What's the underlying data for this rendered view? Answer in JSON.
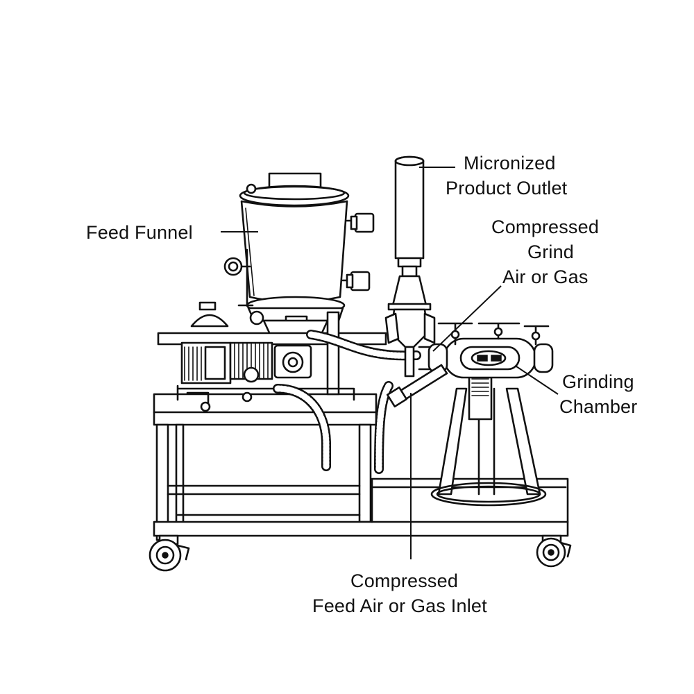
{
  "labels": {
    "feed_funnel": "Feed Funnel",
    "micronized_outlet": [
      "Micronized",
      "Product Outlet"
    ],
    "grind_air": [
      "Compressed",
      "Grind",
      "Air or Gas"
    ],
    "grinding_chamber": [
      "Grinding",
      "Chamber"
    ],
    "feed_air_inlet": [
      "Compressed",
      "Feed Air or Gas Inlet"
    ]
  },
  "colors": {
    "ink": "#111111",
    "background": "#ffffff"
  }
}
